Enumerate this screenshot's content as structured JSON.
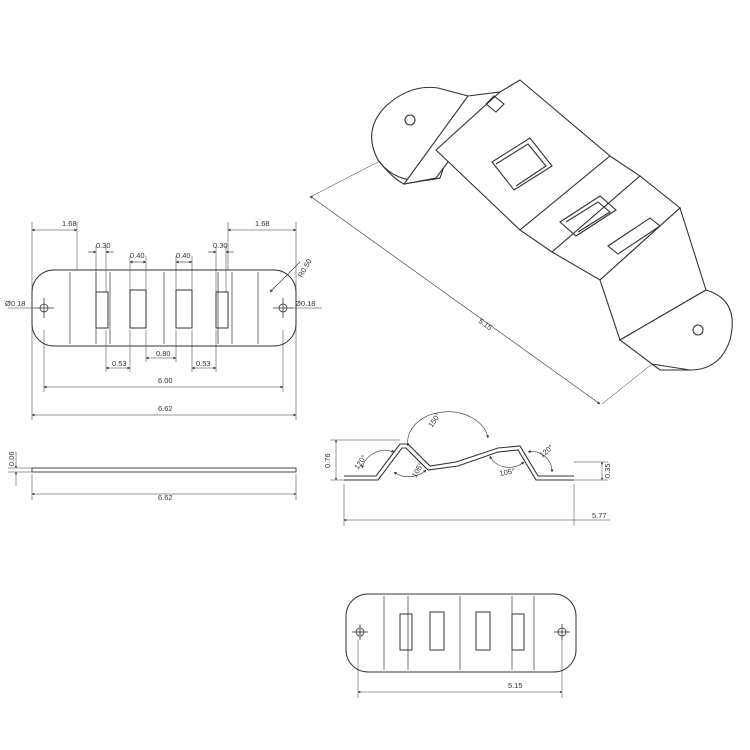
{
  "top_view": {
    "dims": {
      "left_end": "1.68",
      "right_end": "1.68",
      "slot_left": "0.30",
      "slot_mid_left": "0.40",
      "slot_mid_right": "0.40",
      "slot_right": "0.30",
      "hole_left": "Ø0.18",
      "hole_right": "Ø0.18",
      "radius": "R0.50",
      "bottom_left": "0.53",
      "bottom_mid": "0.80",
      "bottom_right": "0.53",
      "inner_width": "6.00",
      "overall_width": "6.62"
    }
  },
  "iso_view": {
    "dims": {
      "diagonal_length": "5.15"
    }
  },
  "edge_view": {
    "dims": {
      "thickness": "0.06",
      "overall_width": "6.62"
    }
  },
  "side_view": {
    "dims": {
      "height": "0.76",
      "base_height": "0.35",
      "overall_width": "5.77",
      "angle_top": "150°",
      "angle_left": "120°",
      "angle_right": "120°",
      "angle_mid_left": "105°",
      "angle_mid_right": "105°"
    }
  },
  "bottom_view": {
    "dims": {
      "overall_width": "5.15"
    }
  }
}
